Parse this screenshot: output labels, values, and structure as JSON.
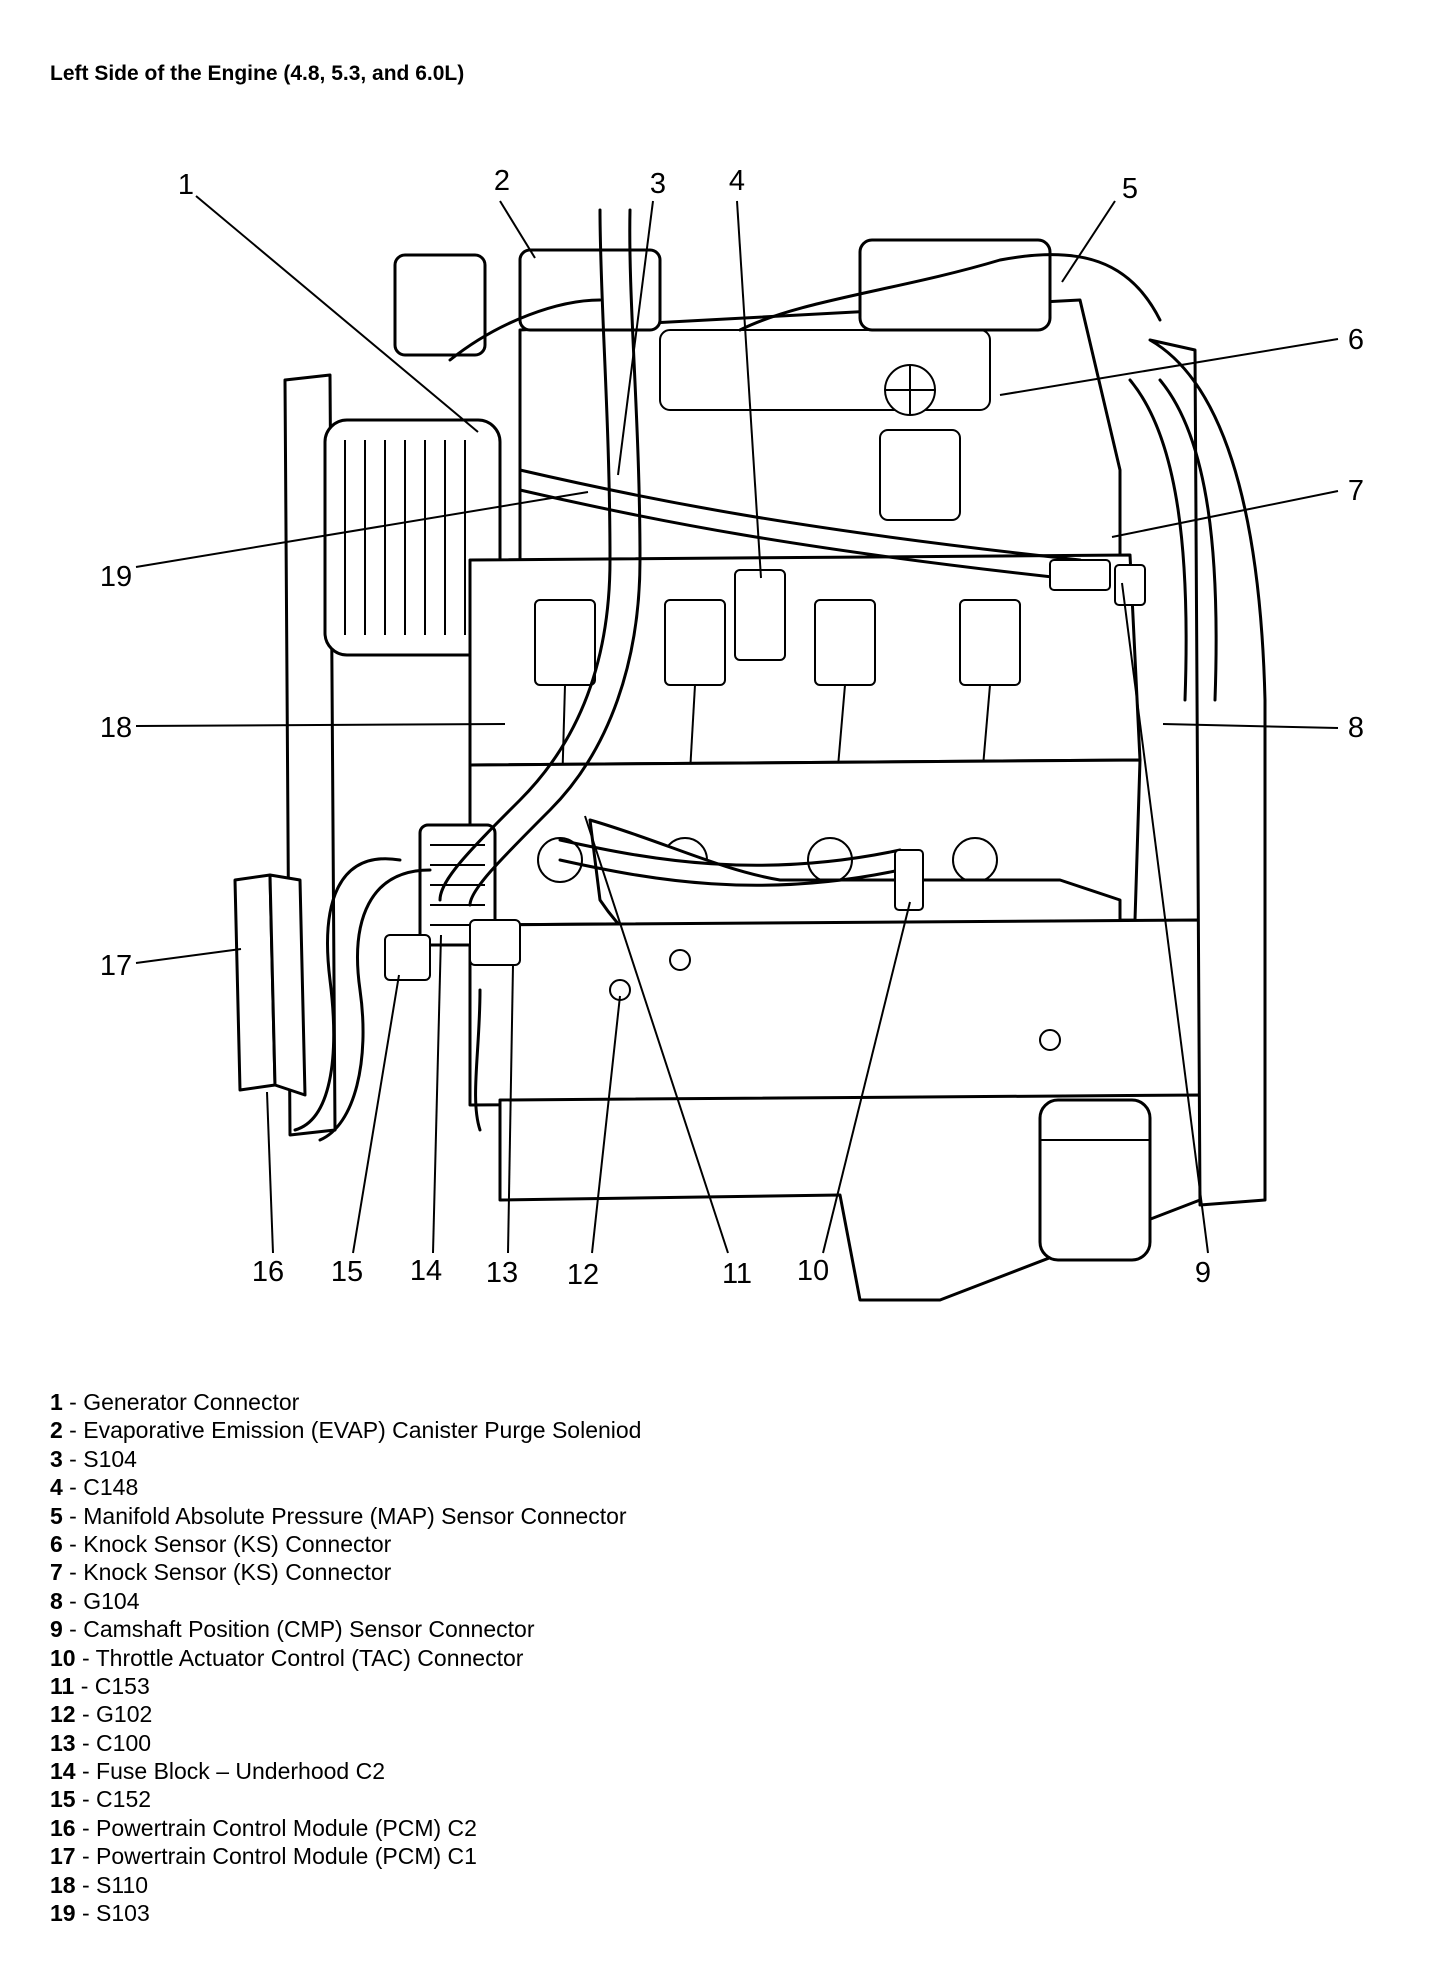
{
  "title": "Left Side of the Engine (4.8, 5.3, and 6.0L)",
  "callouts": [
    {
      "id": "1",
      "text": "1"
    },
    {
      "id": "2",
      "text": "2"
    },
    {
      "id": "3",
      "text": "3"
    },
    {
      "id": "4",
      "text": "4"
    },
    {
      "id": "5",
      "text": "5"
    },
    {
      "id": "6",
      "text": "6"
    },
    {
      "id": "7",
      "text": "7"
    },
    {
      "id": "8",
      "text": "8"
    },
    {
      "id": "9",
      "text": "9"
    },
    {
      "id": "10",
      "text": "10"
    },
    {
      "id": "11",
      "text": "11"
    },
    {
      "id": "12",
      "text": "12"
    },
    {
      "id": "13",
      "text": "13"
    },
    {
      "id": "14",
      "text": "14"
    },
    {
      "id": "15",
      "text": "15"
    },
    {
      "id": "16",
      "text": "16"
    },
    {
      "id": "17",
      "text": "17"
    },
    {
      "id": "18",
      "text": "18"
    },
    {
      "id": "19",
      "text": "19"
    }
  ],
  "legend": [
    {
      "num": "1",
      "sep": " - ",
      "label": "Generator Connector"
    },
    {
      "num": "2",
      "sep": " - ",
      "label": "Evaporative Emission (EVAP) Canister Purge Soleniod"
    },
    {
      "num": "3",
      "sep": " - ",
      "label": "S104"
    },
    {
      "num": "4",
      "sep": " - ",
      "label": "C148"
    },
    {
      "num": "5",
      "sep": " - ",
      "label": "Manifold Absolute Pressure (MAP) Sensor Connector"
    },
    {
      "num": "6",
      "sep": " - ",
      "label": "Knock Sensor (KS) Connector"
    },
    {
      "num": "7",
      "sep": " - ",
      "label": "Knock Sensor (KS) Connector"
    },
    {
      "num": "8",
      "sep": " - ",
      "label": "G104"
    },
    {
      "num": "9",
      "sep": " - ",
      "label": "Camshaft Position (CMP) Sensor Connector"
    },
    {
      "num": "10",
      "sep": " - ",
      "label": "Throttle Actuator Control (TAC) Connector"
    },
    {
      "num": "11",
      "sep": " - ",
      "label": "C153"
    },
    {
      "num": "12",
      "sep": " - ",
      "label": "G102"
    },
    {
      "num": "13",
      "sep": " - ",
      "label": "C100"
    },
    {
      "num": "14",
      "sep": " - ",
      "label": "Fuse Block – Underhood C2"
    },
    {
      "num": "15",
      "sep": " - ",
      "label": "C152"
    },
    {
      "num": "16",
      "sep": " - ",
      "label": "Powertrain Control Module (PCM) C2"
    },
    {
      "num": "17",
      "sep": " - ",
      "label": "Powertrain Control Module (PCM) C1"
    },
    {
      "num": "18",
      "sep": " - ",
      "label": "S110"
    },
    {
      "num": "19",
      "sep": " - ",
      "label": "S103"
    }
  ]
}
